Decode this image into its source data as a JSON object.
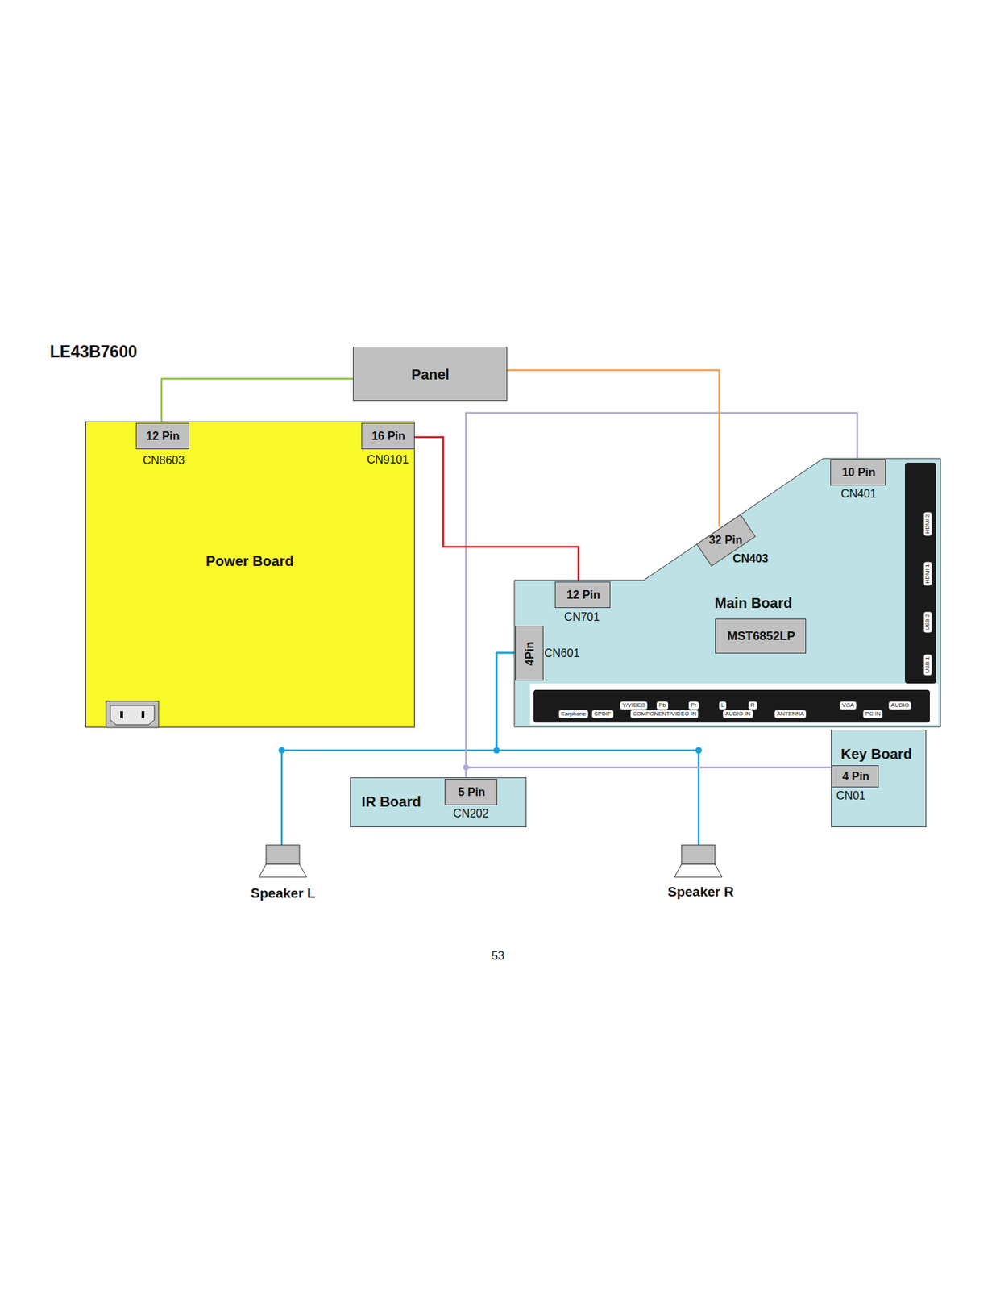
{
  "diagram": {
    "title": "LE43B7600",
    "nodes": [
      {
        "text": [
          "Panel"
        ]
      },
      {
        "text": [
          "Power Board"
        ]
      },
      {
        "text": [
          "12 Pin",
          "CN8603"
        ],
        "in": 1
      },
      {
        "text": [
          "16 Pin",
          "CN9101"
        ],
        "in": 1
      },
      {
        "text": [
          "Main Board"
        ]
      },
      {
        "text": [
          "10 Pin",
          "CN401"
        ],
        "in": 4
      },
      {
        "text": [
          "32 Pin",
          "CN403"
        ],
        "in": 4
      },
      {
        "text": [
          "12 Pin",
          "CN701"
        ],
        "in": 4
      },
      {
        "text": [
          "MST6852LP"
        ],
        "in": 4
      },
      {
        "text": [
          "4Pin",
          "CN601"
        ],
        "in": 4
      },
      {
        "text": [
          "IR Board"
        ]
      },
      {
        "text": [
          "5 Pin",
          "CN202"
        ],
        "in": 10
      },
      {
        "text": [
          "Key Board"
        ]
      },
      {
        "text": [
          "4 Pin",
          "CN01"
        ],
        "in": 12
      },
      {
        "text": [
          "Speaker L"
        ]
      },
      {
        "text": [
          "Speaker R"
        ]
      }
    ],
    "edges": [
      {
        "from": 2,
        "to": 0,
        "arrow": "none"
      },
      {
        "from": 3,
        "to": 7,
        "arrow": "none"
      },
      {
        "from": 0,
        "to": 6,
        "arrow": "none"
      },
      {
        "from": 5,
        "to": 11,
        "arrow": "none"
      },
      {
        "from": 11,
        "to": 13,
        "arrow": "none"
      },
      {
        "from": 9,
        "to": 14,
        "arrow": "none"
      },
      {
        "from": 9,
        "to": 15,
        "arrow": "none"
      }
    ],
    "labels": [
      "Earphone",
      "SPDIF",
      "Y/VIDEO",
      "Pb",
      "Pr",
      "COMPONENT/VIDEO IN",
      "L",
      "R",
      "AUDIO IN",
      "ANTENNA",
      "VGA",
      "AUDIO",
      "PC IN",
      "HDMI 2",
      "HDMI 1",
      "USB 2",
      "USB 1",
      "53"
    ]
  }
}
